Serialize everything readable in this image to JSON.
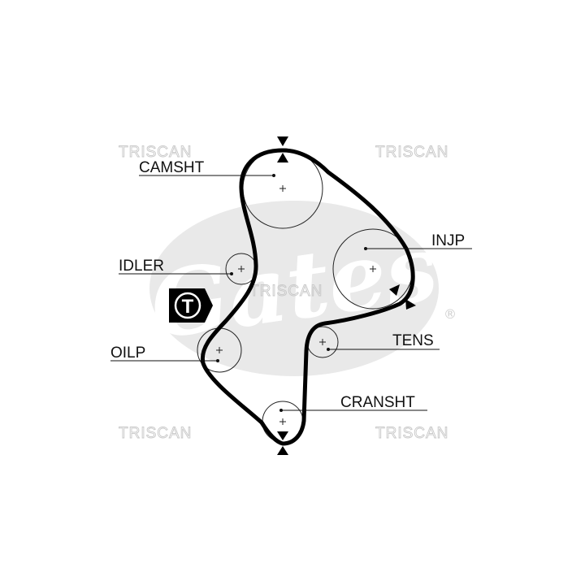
{
  "watermarks": {
    "top_left": "TRISCAN",
    "top_right": "TRISCAN",
    "center": "TRISCAN",
    "bottom_left": "TRISCAN",
    "bottom_right": "TRISCAN"
  },
  "logo": {
    "text": "Gates",
    "registered": "®",
    "color": "#e9e9e9"
  },
  "tension_badge": {
    "letter": "T",
    "icon": "tension-marker-icon"
  },
  "pulleys": {
    "camshaft": {
      "label": "CAMSHT"
    },
    "injection_pump": {
      "label": "INJP"
    },
    "idler": {
      "label": "IDLER"
    },
    "oil_pump": {
      "label": "OILP"
    },
    "tensioner": {
      "label": "TENS"
    },
    "crankshaft": {
      "label": "CRANSHT"
    }
  },
  "colors": {
    "belt": "#000000",
    "watermark": "#c8c8c8",
    "text": "#111111"
  }
}
